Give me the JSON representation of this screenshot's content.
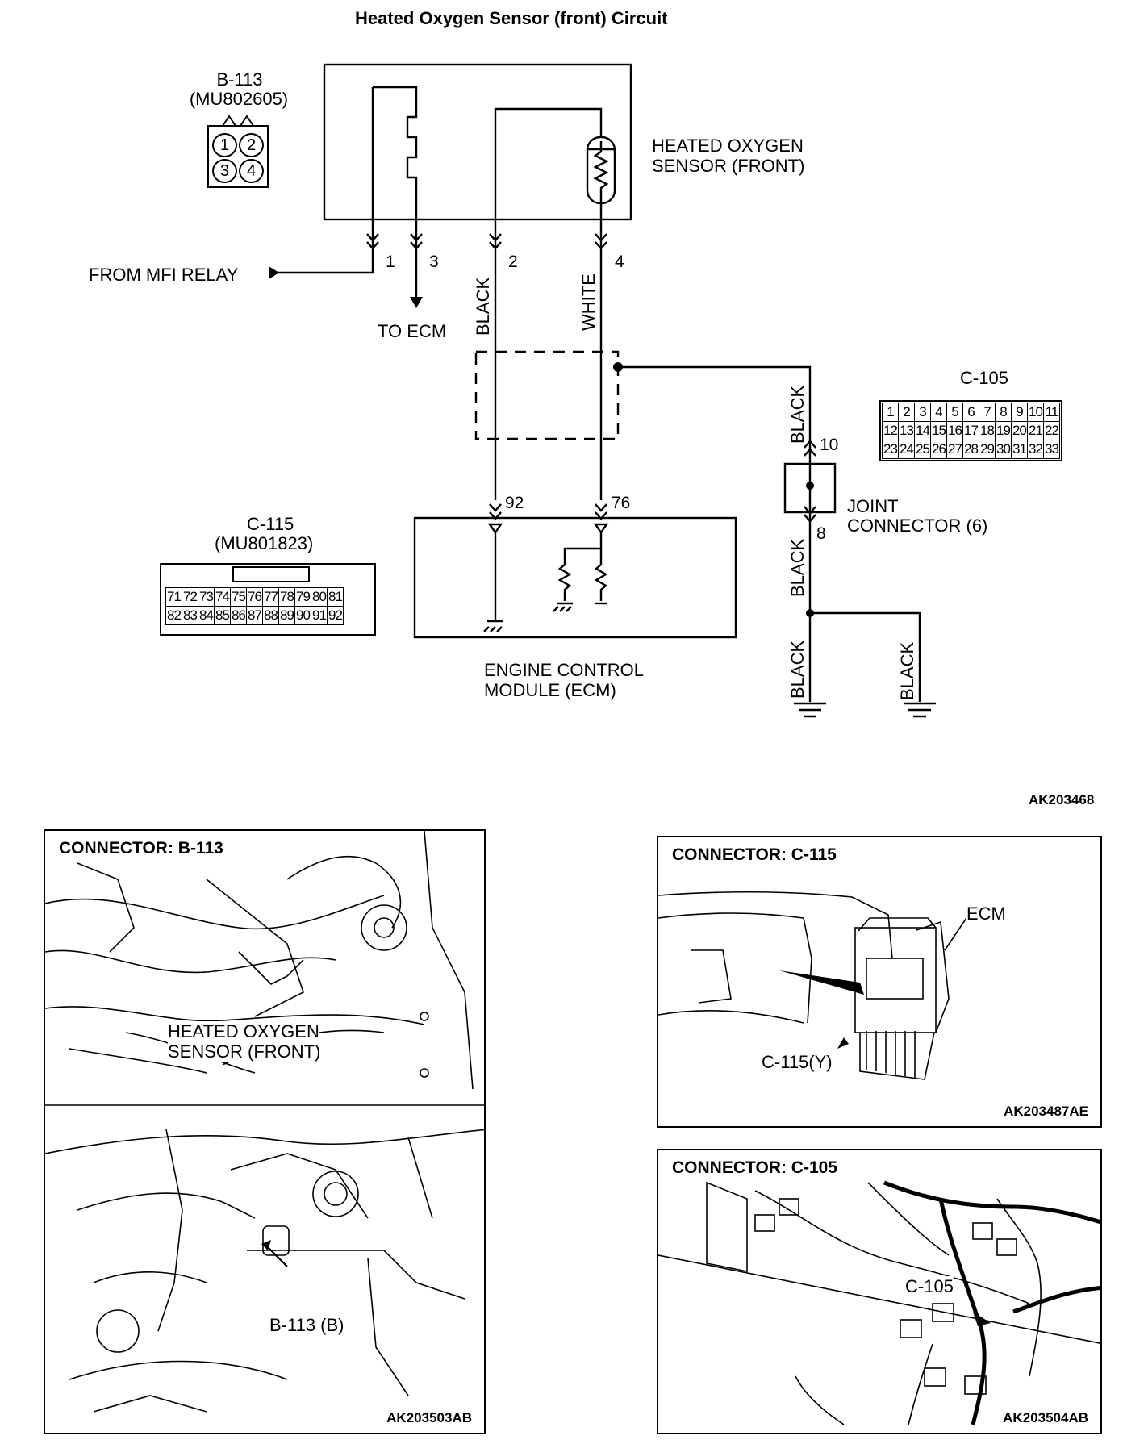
{
  "title": "Heated Oxygen Sensor (front) Circuit",
  "figure_codes": {
    "main": "AK203468",
    "b113_photo": "AK203503AB",
    "c115_photo": "AK203487AE",
    "c105_photo": "AK203504AB"
  },
  "b113": {
    "id": "B-113",
    "part": "(MU802605)",
    "pins": [
      "1",
      "2",
      "3",
      "4"
    ]
  },
  "sensor": {
    "label_line1": "HEATED OXYGEN",
    "label_line2": "SENSOR (FRONT)"
  },
  "terminals": {
    "t1": "1",
    "t3": "3",
    "t2": "2",
    "t4": "4",
    "t92": "92",
    "t76": "76",
    "t10": "10",
    "t8": "8"
  },
  "wire_labels": {
    "black_2": "BLACK",
    "white_4": "WHITE",
    "black_10": "BLACK",
    "black_8": "BLACK",
    "black_gnd1": "BLACK",
    "black_gnd2": "BLACK"
  },
  "signals": {
    "from_mfi": "FROM MFI RELAY",
    "to_ecm": "TO ECM"
  },
  "joint": {
    "line1": "JOINT",
    "line2": "CONNECTOR (6)"
  },
  "ecm": {
    "line1": "ENGINE CONTROL",
    "line2": "MODULE (ECM)"
  },
  "c105": {
    "id": "C-105",
    "rows": [
      [
        "1",
        "2",
        "3",
        "4",
        "5",
        "6",
        "7",
        "8",
        "9",
        "10",
        "11"
      ],
      [
        "12",
        "13",
        "14",
        "15",
        "16",
        "17",
        "18",
        "19",
        "20",
        "21",
        "22"
      ],
      [
        "23",
        "24",
        "25",
        "26",
        "27",
        "28",
        "29",
        "30",
        "31",
        "32",
        "33"
      ]
    ]
  },
  "c115": {
    "id": "C-115",
    "part": "(MU801823)",
    "rows": [
      [
        "71",
        "72",
        "73",
        "74",
        "75",
        "76",
        "77",
        "78",
        "79",
        "80",
        "81"
      ],
      [
        "82",
        "83",
        "84",
        "85",
        "86",
        "87",
        "88",
        "89",
        "90",
        "91",
        "92"
      ]
    ]
  },
  "panel_b113": {
    "title": "CONNECTOR: B-113",
    "callout1_l1": "HEATED OXYGEN",
    "callout1_l2": "SENSOR (FRONT)",
    "callout2": "B-113 (B)"
  },
  "panel_c115": {
    "title": "CONNECTOR: C-115",
    "ecm_label": "ECM",
    "conn_label": "C-115(Y)"
  },
  "panel_c105": {
    "title": "CONNECTOR: C-105",
    "conn_label": "C-105"
  }
}
